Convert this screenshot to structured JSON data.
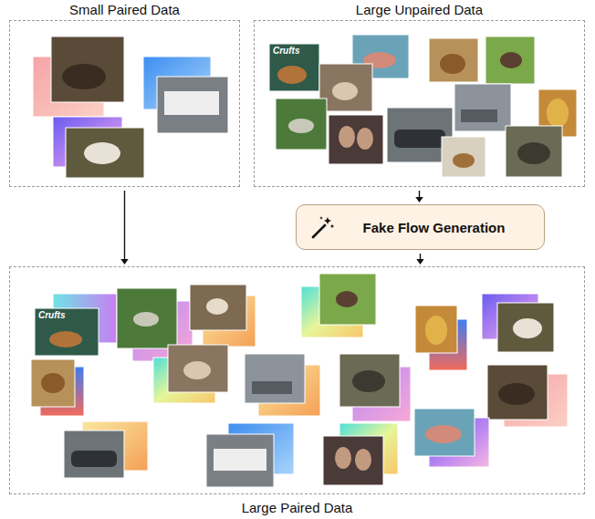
{
  "diagram": {
    "nodes": [
      {
        "text": [
          "Small Paired Data"
        ]
      },
      {
        "text": [
          "Large Unpaired Data"
        ]
      },
      {
        "text": [
          "Fake Flow Generation"
        ]
      },
      {
        "text": [
          "Large Paired Data"
        ]
      }
    ],
    "edges": [
      {
        "from": 0,
        "to": 3,
        "arrow": "to"
      },
      {
        "from": 1,
        "to": 2,
        "arrow": "to"
      },
      {
        "from": 2,
        "to": 3,
        "arrow": "to"
      }
    ],
    "labels": [
      "Crufts",
      "Crufts"
    ]
  }
}
